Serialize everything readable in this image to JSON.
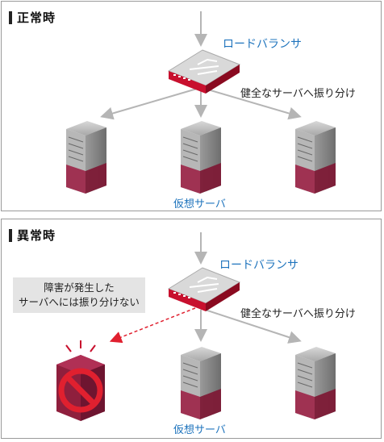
{
  "panels": {
    "normal": {
      "heading": "正常時",
      "load_balancer_label": "ロードバランサ",
      "distribute_label": "健全なサーバへ振り分け",
      "servers_label": "仮想サーバ"
    },
    "fault": {
      "heading": "異常時",
      "load_balancer_label": "ロードバランサ",
      "distribute_label": "健全なサーバへ振り分け",
      "servers_label": "仮想サーバ",
      "callout_line1": "障害が発生した",
      "callout_line2": "サーバへには振り分けない"
    }
  },
  "colors": {
    "accent_red": "#c8102e",
    "label_blue": "#1f74bd",
    "server_crimson": "#8f1f3d",
    "arrow_gray": "#b5b5b5"
  }
}
